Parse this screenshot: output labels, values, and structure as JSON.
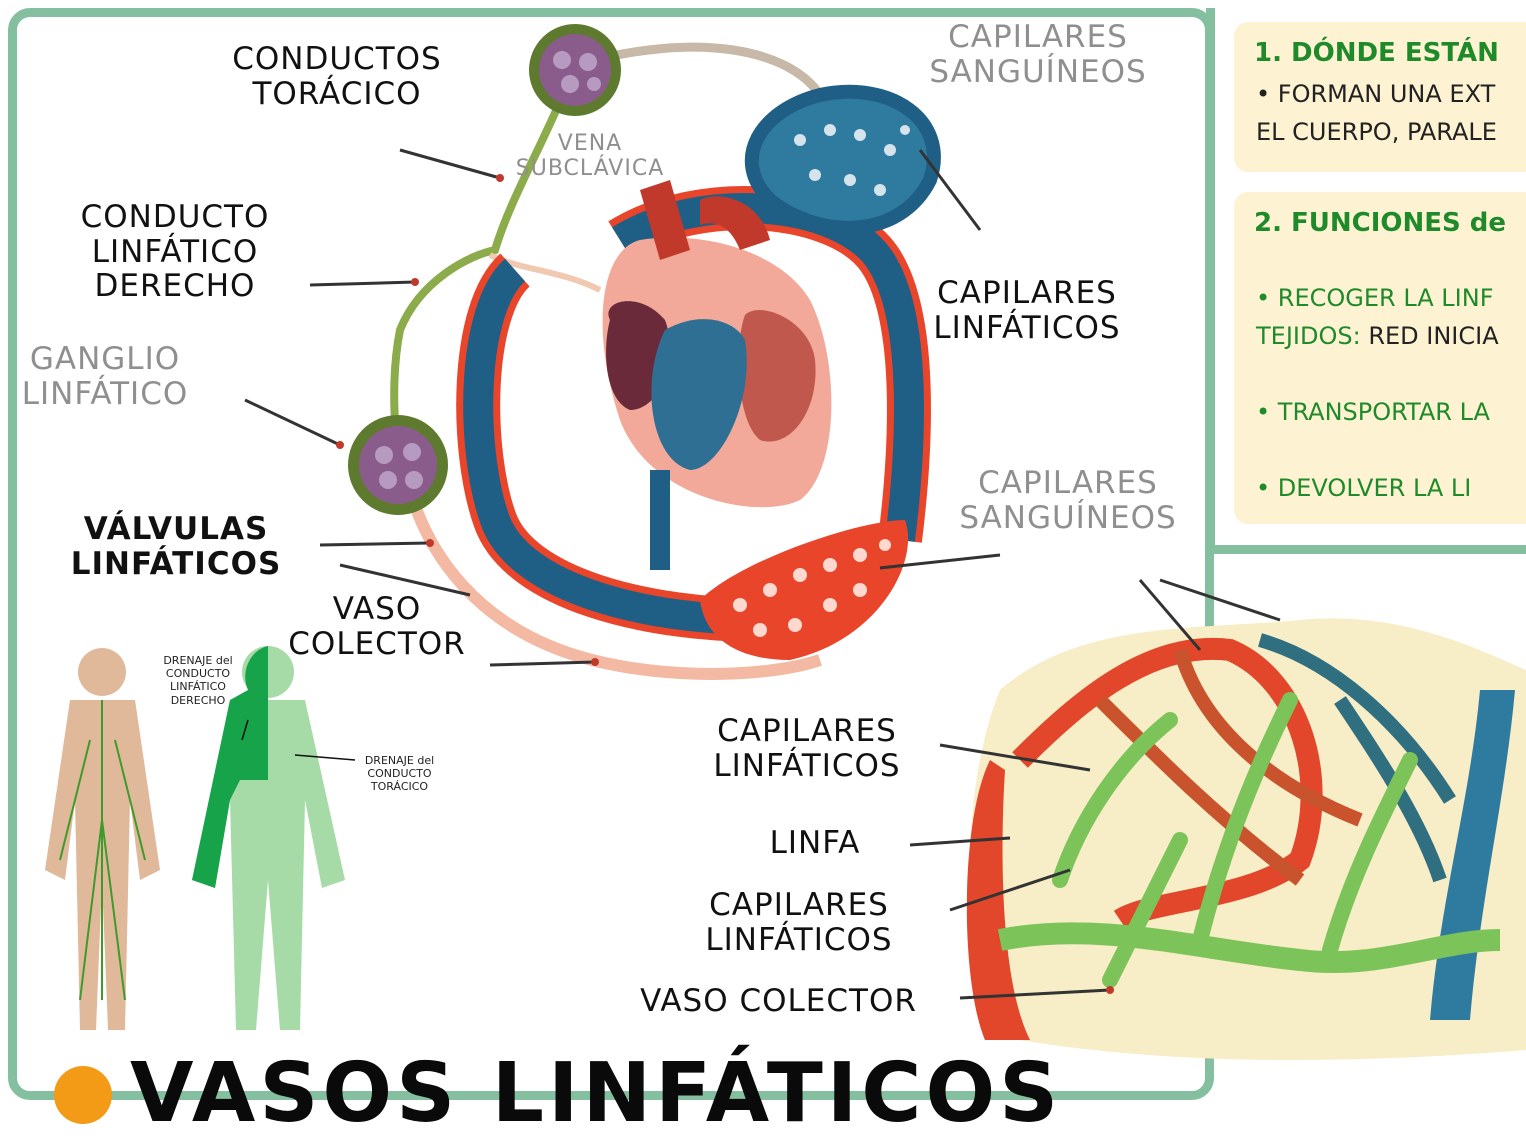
{
  "title": "VASOS LINFÁTICOS",
  "labels": {
    "conductos_toracico": "CONDUCTOS TORÁCICO",
    "conducto_linfatico_derecho": "CONDUCTO LINFÁTICO DERECHO",
    "ganglio_linfatico": "GANGLIO LINFÁTICO",
    "valvulas_linfaticos": "VÁLVULAS LINFÁTICOS",
    "vaso_colector_top": "VASO COLECTOR",
    "vena_subclavica": "VENA SUBCLÁVICA",
    "capilares_sanguineos_top": "CAPILARES SANGUÍNEOS",
    "capilares_linfaticos_top": "CAPILARES LINFÁTICOS",
    "capilares_sanguineos_mid": "CAPILARES SANGUÍNEOS",
    "capilares_linfaticos_mid": "CAPILARES LINFÁTICOS",
    "linfa": "LINFA",
    "capilares_linfaticos_low": "CAPILARES LINFÁTICOS",
    "vaso_colector_low": "VASO COLECTOR",
    "drenaje_derecho": "DRENAJE del CONDUCTO LINFÁTICO DERECHO",
    "drenaje_toracico": "DRENAJE del CONDUCTO TORÁCICO"
  },
  "cards": {
    "card1_heading": "1. DÓNDE ESTÁN",
    "card1_line1": "• FORMAN UNA EXT",
    "card1_line2": "EL CUERPO, PARALE",
    "card2_heading": "2. FUNCIONES de",
    "card2_item1a": "• RECOGER LA LINF",
    "card2_item1b": "TEJIDOS:",
    "card2_item1c": "RED INICIA",
    "card2_item2": "• TRANSPORTAR LA",
    "card2_item3": "• DEVOLVER LA LI"
  },
  "colors": {
    "frame": "#84c0a0",
    "lymph_green": "#5aa83c",
    "artery_red": "#e8452a",
    "vein_blue": "#1f5f86",
    "title_dot": "#f39b16"
  }
}
